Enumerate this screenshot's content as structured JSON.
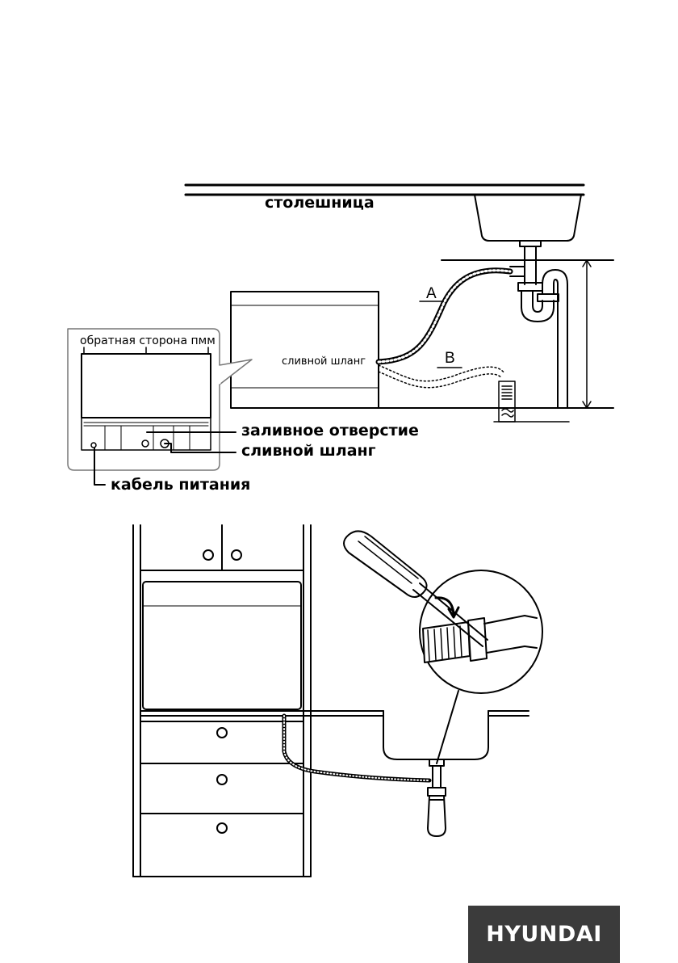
{
  "labels": {
    "countertop": "столешница",
    "back_side": "обратная сторона пмм",
    "drain_hose_small": "сливной шланг",
    "fill_opening": "заливное отверстие",
    "drain_hose": "сливной шланг",
    "power_cable": "кабель питания",
    "point_a": "A",
    "point_b": "B"
  },
  "brand": {
    "logo_text": "HYUNDAI",
    "logo_bg": "#3b3b3b",
    "logo_fg": "#ffffff"
  }
}
